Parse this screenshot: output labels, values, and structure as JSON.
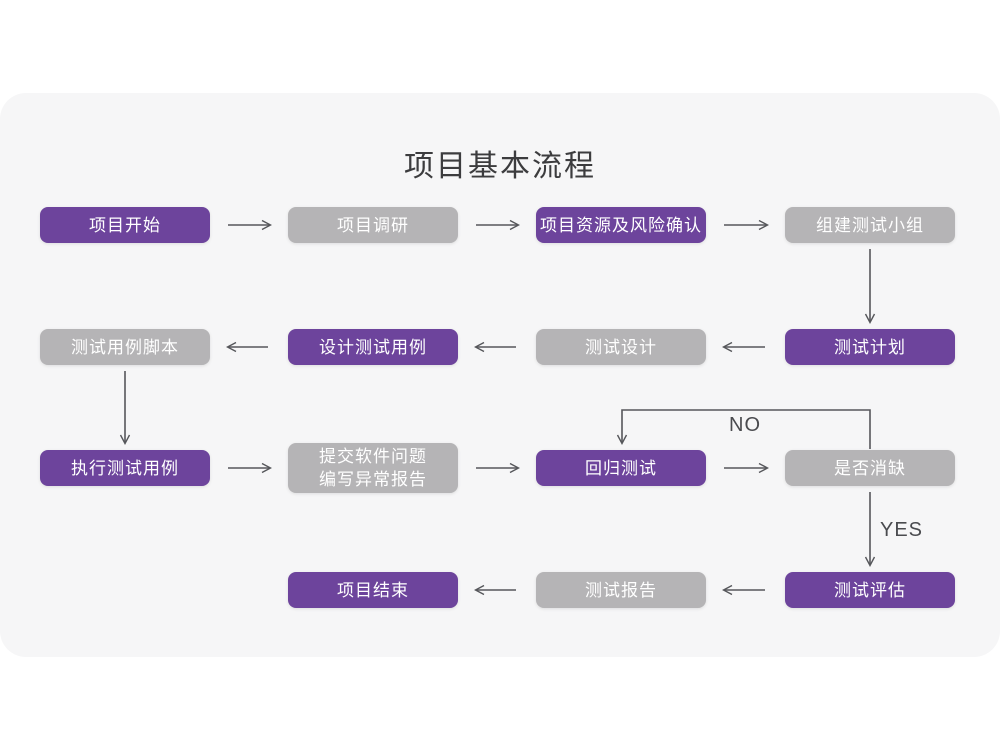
{
  "title": "项目基本流程",
  "connector_labels": {
    "no": "NO",
    "yes": "YES"
  },
  "colors": {
    "purple_node": "#6d449c",
    "gray_node": "#b5b4b6",
    "card_background": "#f6f6f7",
    "page_background": "#ffffff",
    "arrow": "#56575b",
    "node_text": "#ffffff",
    "title_text": "#3c3c3e"
  },
  "nodes": [
    {
      "label": "项目开始",
      "color": "purple"
    },
    {
      "label": "项目调研",
      "color": "gray"
    },
    {
      "label": "项目资源及风险确认",
      "color": "purple"
    },
    {
      "label": "组建测试小组",
      "color": "gray"
    },
    {
      "label": "测试用例脚本",
      "color": "gray"
    },
    {
      "label": "设计测试用例",
      "color": "purple"
    },
    {
      "label": "测试设计",
      "color": "gray"
    },
    {
      "label": "测试计划",
      "color": "purple"
    },
    {
      "label": "执行测试用例",
      "color": "purple"
    },
    {
      "label": "提交软件问题\n编写异常报告",
      "color": "gray"
    },
    {
      "label": "回归测试",
      "color": "purple"
    },
    {
      "label": "是否消缺",
      "color": "gray"
    },
    {
      "label": "项目结束",
      "color": "purple"
    },
    {
      "label": "测试报告",
      "color": "gray"
    },
    {
      "label": "测试评估",
      "color": "purple"
    }
  ]
}
